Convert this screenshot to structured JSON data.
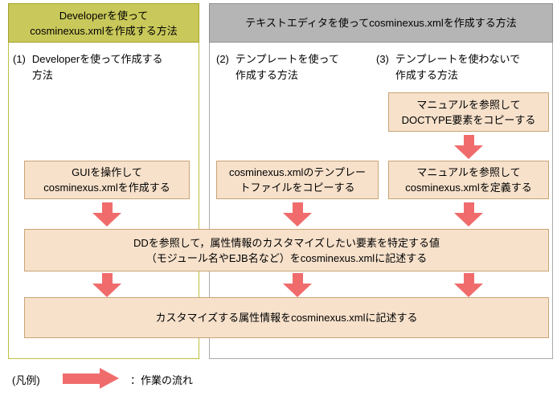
{
  "diagram": {
    "left_section": {
      "header": "Developerを使って\ncosminexus.xmlを作成する方法",
      "item_label": {
        "prefix": "(1)",
        "text": "Developerを使って作成する\n方法"
      },
      "steps": {
        "gui": "GUIを操作して\ncosminexus.xmlを作成する"
      }
    },
    "right_section": {
      "header": "テキストエディタを使ってcosminexus.xmlを作成する方法",
      "col_template": {
        "label": {
          "prefix": "(2)",
          "text": "テンプレートを使って\n作成する方法"
        },
        "steps": {
          "copy_template": "cosminexus.xmlのテンプレー\nトファイルをコピーする"
        }
      },
      "col_no_template": {
        "label": {
          "prefix": "(3)",
          "text": "テンプレートを使わないで\n作成する方法"
        },
        "steps": {
          "copy_doctype": "マニュアルを参照して\nDOCTYPE要素をコピーする",
          "define_xml": "マニュアルを参照して\ncosminexus.xmlを定義する"
        }
      }
    },
    "shared_steps": {
      "specify_elements": "DDを参照して，属性情報のカスタマイズしたい要素を特定する値\n（モジュール名やEJB名など）をcosminexus.xmlに記述する",
      "write_attributes": "カスタマイズする属性情報をcosminexus.xmlに記述する"
    },
    "legend": {
      "label": "(凡例)",
      "arrow_meaning": "：作業の流れ"
    },
    "colors": {
      "left_header_fill": "#C9C95B",
      "left_header_border": "#A3A32B",
      "left_panel_border": "#BFBF3F",
      "right_header_fill": "#B5B5B5",
      "right_header_border": "#8F8F8F",
      "right_panel_border": "#ABABAB",
      "step_box_fill": "#F7E1CB",
      "step_box_border": "#C9A475",
      "arrow": "#F06C6C"
    }
  }
}
